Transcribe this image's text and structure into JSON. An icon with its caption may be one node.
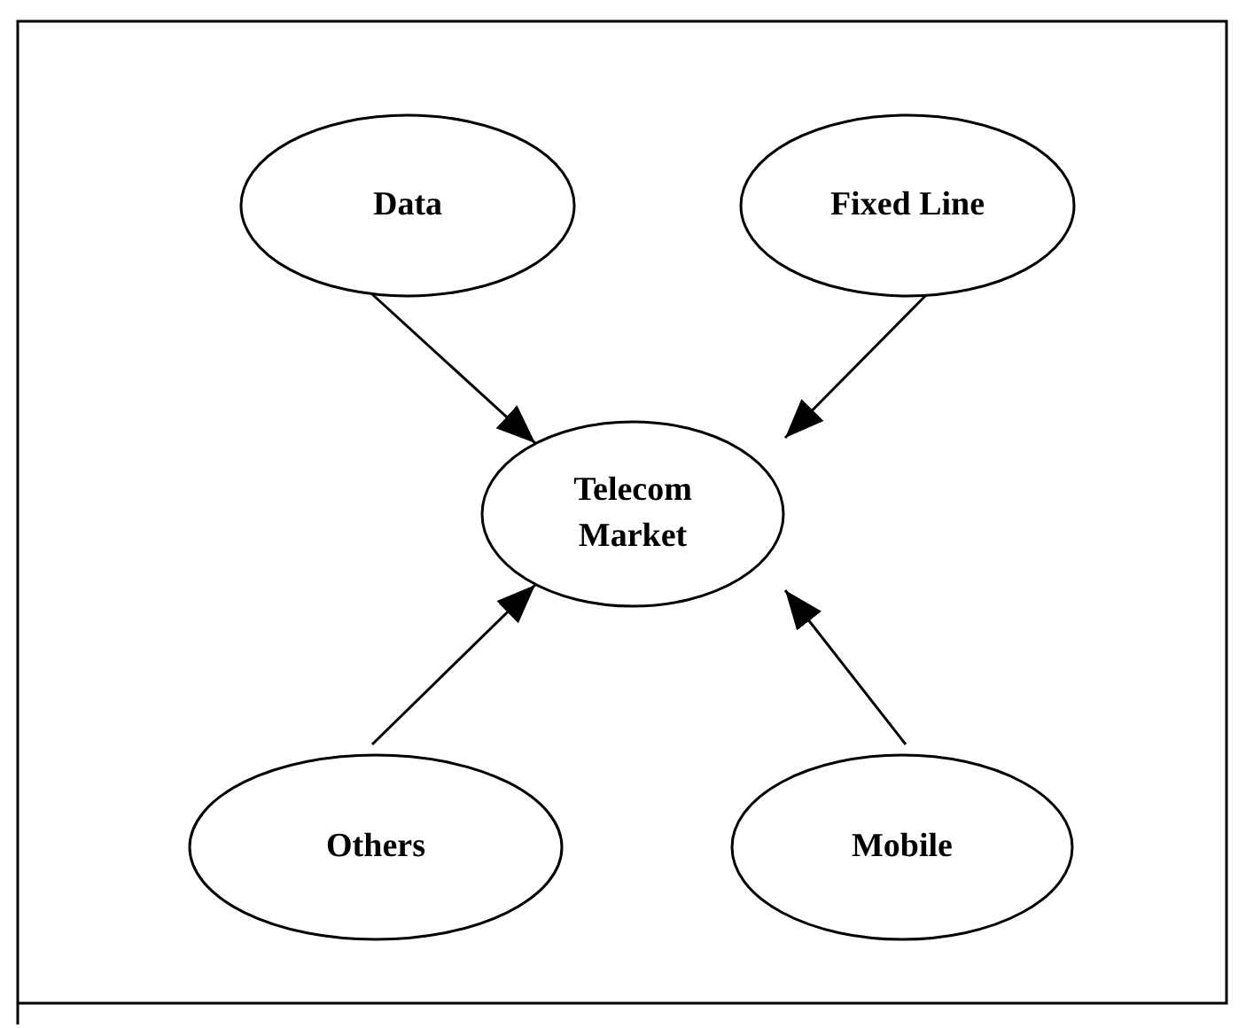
{
  "diagram": {
    "nodes": [
      {
        "text": [
          "Data"
        ]
      },
      {
        "text": [
          "Fixed Line"
        ]
      },
      {
        "text": [
          "Telecom Market"
        ]
      },
      {
        "text": [
          "Others"
        ]
      },
      {
        "text": [
          "Mobile"
        ]
      }
    ],
    "edges": [
      {
        "from": 0,
        "to": 2,
        "arrow": "to"
      },
      {
        "from": 1,
        "to": 2,
        "arrow": "to"
      },
      {
        "from": 3,
        "to": 2,
        "arrow": "to"
      },
      {
        "from": 4,
        "to": 2,
        "arrow": "to"
      }
    ]
  }
}
